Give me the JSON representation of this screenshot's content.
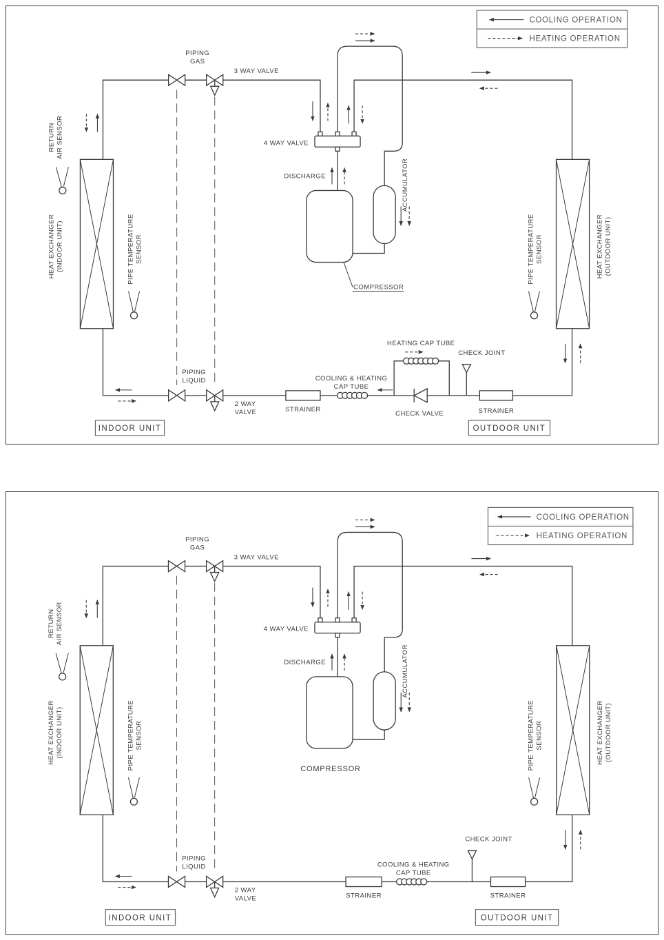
{
  "legend": {
    "cooling_label": "COOLING  OPERATION",
    "heating_label": "HEATING  OPERATION"
  },
  "labels": {
    "piping": "PIPING",
    "gas": "GAS",
    "liquid": "LIQUID",
    "three_way_valve": "3  WAY  VALVE",
    "four_way_valve": "4  WAY  VALVE",
    "two_way": "2  WAY",
    "valve": "VALVE",
    "discharge": "DISCHARGE",
    "accumulator": "ACCUMULATOR",
    "compressor": "COMPRESSOR",
    "return_word": "RETURN",
    "air_sensor": "AIR  SENSOR",
    "heat_exchanger": "HEAT  EXCHANGER",
    "indoor_unit_paren": "(INDOOR  UNIT)",
    "outdoor_unit_paren": "(OUTDOOR  UNIT)",
    "pipe_temperature": "PIPE  TEMPERATURE",
    "sensor": "SENSOR",
    "strainer": "STRAINER",
    "cooling_and_heating": "COOLING  &  HEATING",
    "cap_tube": "CAP  TUBE",
    "heating_cap_tube": "HEATING  CAP  TUBE",
    "check_valve": "CHECK  VALVE",
    "check_joint": "CHECK  JOINT"
  },
  "units": {
    "indoor": "INDOOR  UNIT",
    "outdoor": "OUTDOOR  UNIT"
  },
  "colors": {
    "line": "#3a3a3a",
    "text": "#3a3a3a",
    "legend_text": "#555555",
    "background": "#ffffff"
  }
}
